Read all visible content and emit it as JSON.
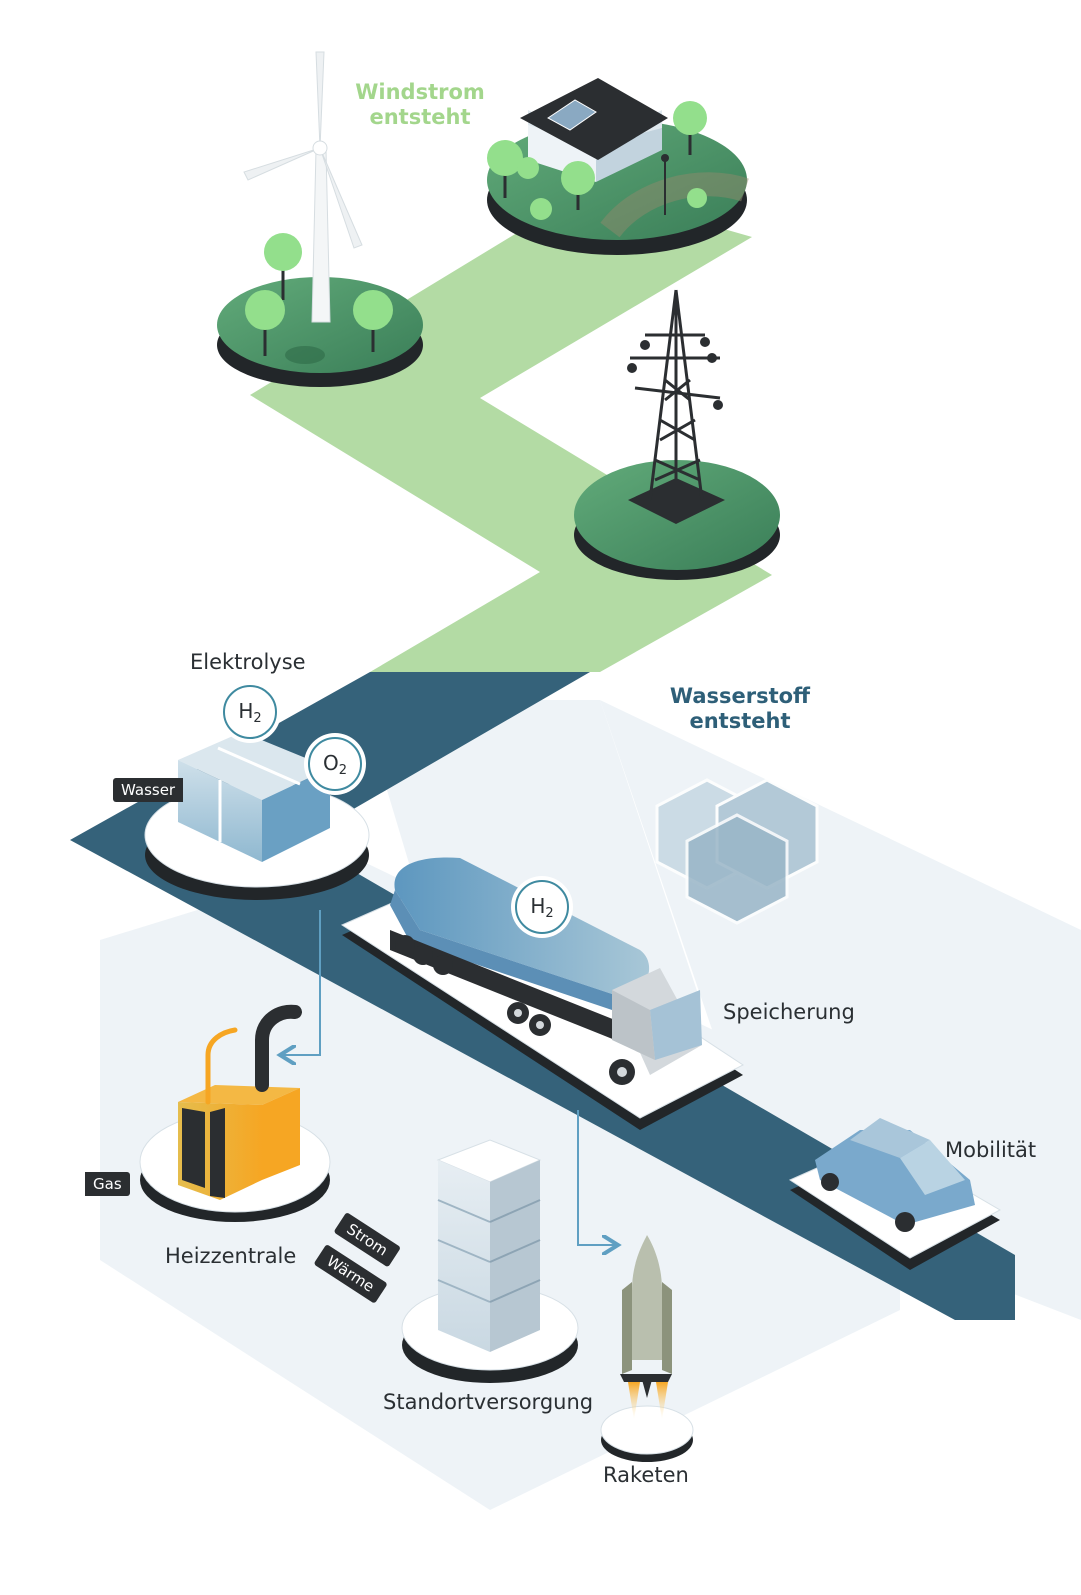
{
  "headings": {
    "windstrom": "Windstrom\nentsteht",
    "wasserstoff": "Wasserstoff\nentsteht"
  },
  "labels": {
    "elektrolyse": "Elektrolyse",
    "speicherung": "Speicherung",
    "mobilitaet": "Mobilität",
    "heizzentrale": "Heizzentrale",
    "standortversorgung": "Standortversorgung",
    "raketen": "Raketen"
  },
  "tags": {
    "wasser": "Wasser",
    "gas": "Gas",
    "strom": "Strom",
    "waerme": "Wärme"
  },
  "chem": {
    "h2_elektrolyse": {
      "symbol": "H",
      "sub": "2"
    },
    "o2_elektrolyse": {
      "symbol": "O",
      "sub": "2"
    },
    "h2_truck": {
      "symbol": "H",
      "sub": "2"
    }
  },
  "colors": {
    "wind_path": "#b3dba4",
    "hydrogen_path": "#35627a",
    "wind_heading": "#a3d68c",
    "hydrogen_heading": "#2e5f78",
    "panel": "#eef3f7",
    "grass": "#4f9a6c",
    "tree": "#93df8c",
    "heater": "#f6a623",
    "arrow": "#5f9fc2"
  }
}
